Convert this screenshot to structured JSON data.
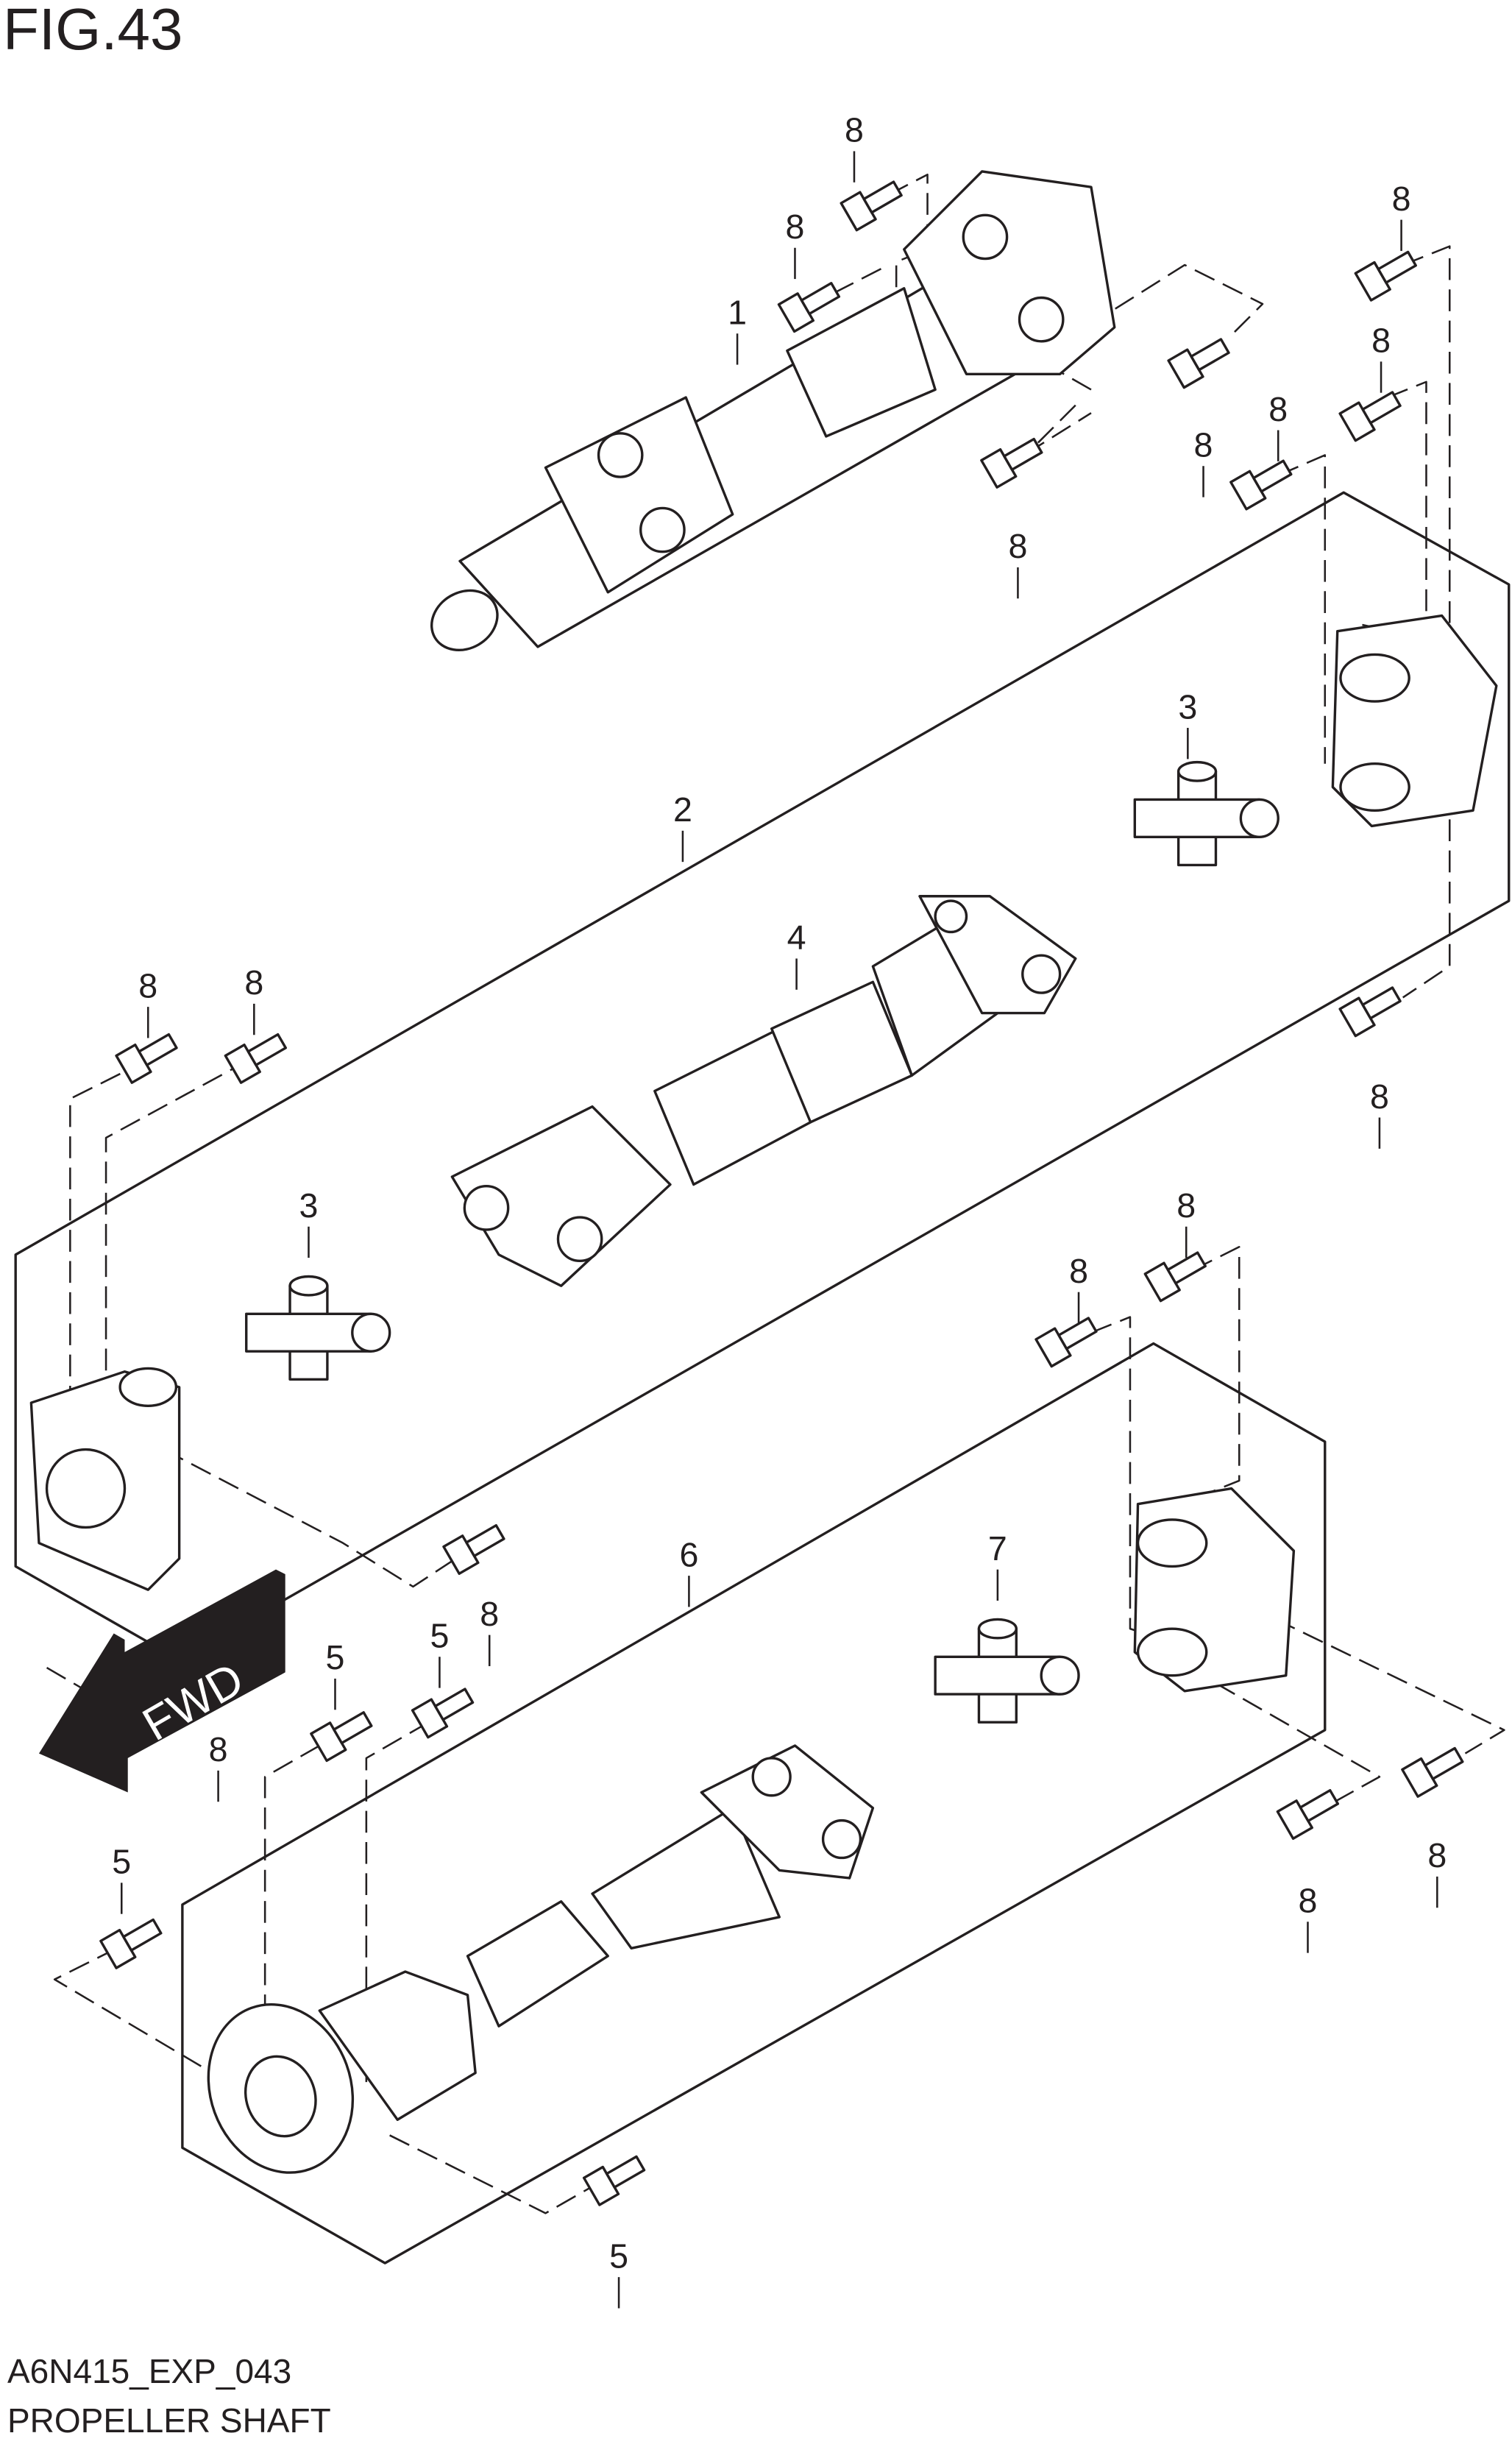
{
  "figure": {
    "title": "FIG.43",
    "code": "A6N415_EXP_043",
    "caption": "PROPELLER SHAFT",
    "fwd_label": "FWD"
  },
  "callouts": [
    "8",
    "8",
    "1",
    "8",
    "8",
    "8",
    "8",
    "8",
    "3",
    "2",
    "4",
    "8",
    "8",
    "8",
    "3",
    "8",
    "8",
    "6",
    "7",
    "8",
    "5",
    "5",
    "8",
    "8",
    "8",
    "5",
    "5"
  ]
}
